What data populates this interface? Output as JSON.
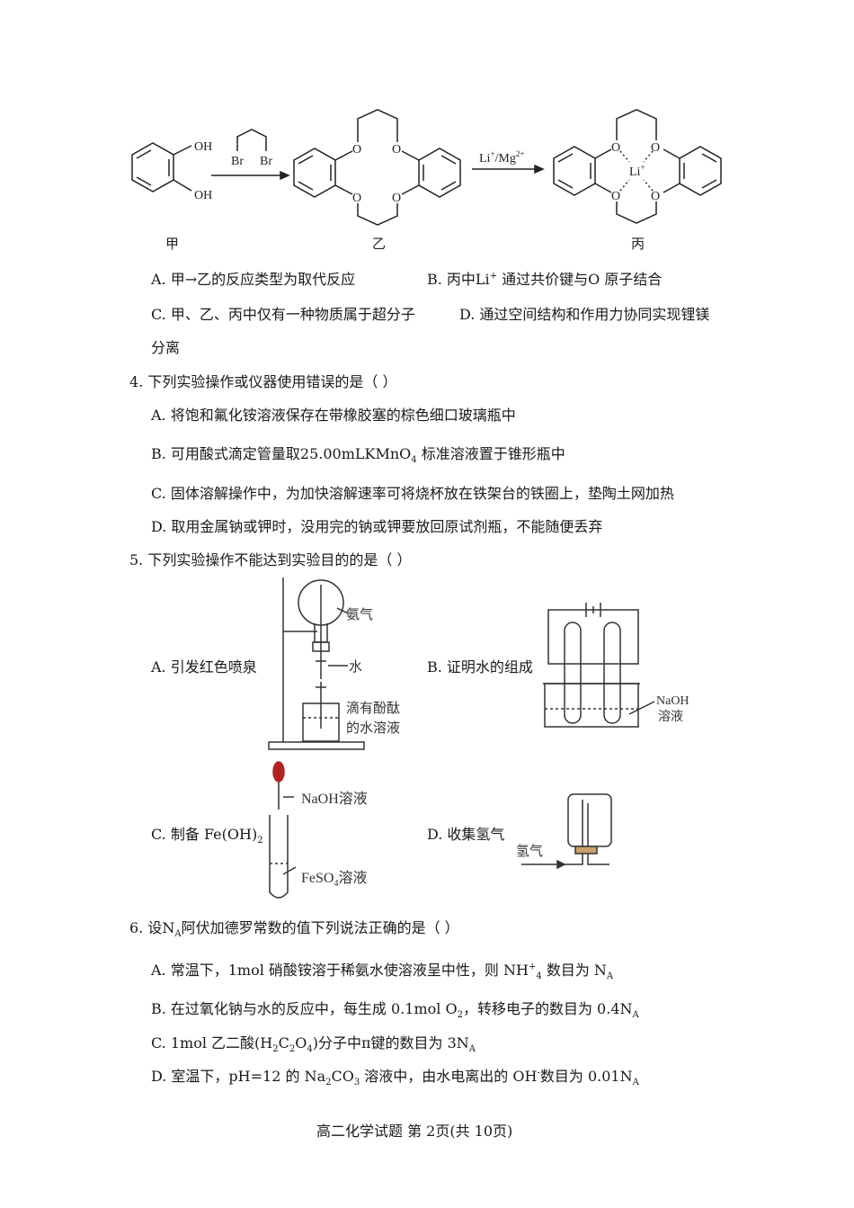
{
  "q3": {
    "labels": {
      "jia": "甲",
      "yi": "乙",
      "bing": "丙"
    },
    "structure_text": {
      "oh": "OH",
      "br": "Br",
      "o": "O",
      "li": "Li",
      "li_charge": "+",
      "arrow2_reagent": "Li",
      "arrow2_charge1": "+",
      "arrow2_sep": "/Mg",
      "arrow2_charge2": "2+"
    },
    "options": {
      "a": "A.  甲→乙的反应类型为取代反应",
      "b_pre": "B.  丙中Li",
      "b_sup": "+",
      "b_post": " 通过共价键与O 原子结合",
      "c": "C.  甲、乙、丙中仅有一种物质属于超分子",
      "d": "D.  通过空间结构和作用力协同实现锂镁",
      "d_cont": "分离"
    }
  },
  "q4": {
    "stem": "4.  下列实验操作或仪器使用错误的是（      ）",
    "a": "A.  将饱和氟化铵溶液保存在带橡胶塞的棕色细口玻璃瓶中",
    "b_pre": "B.  可用酸式滴定管量取25.00mLKMnO",
    "b_sub": "4",
    "b_post": " 标准溶液置于锥形瓶中",
    "c": "C.  固体溶解操作中，为加快溶解速率可将烧杯放在铁架台的铁圈上，垫陶土网加热",
    "d": "D.  取用金属钠或钾时，没用完的钠或钾要放回原试剂瓶，不能随便丢弃"
  },
  "q5": {
    "stem": "5.  下列实验操作不能达到实验目的的是（      ）",
    "a": "A.  引发红色喷泉",
    "b": "B.  证明水的组成",
    "c_pre": "C.  制备",
    "c_formula": "Fe(OH)",
    "c_sub": "2",
    "d": "D.  收集氢气",
    "fig_a": {
      "gas": "氨气",
      "water": "水",
      "sol1": "滴有酚酞",
      "sol2": "的水溶液"
    },
    "fig_b": {
      "naoh": "NaOH",
      "sol": "溶液"
    },
    "fig_c": {
      "naoh": "NaOH溶液",
      "feso4_pre": "FeSO",
      "feso4_sub": "4",
      "feso4_post": "溶液"
    },
    "fig_d": {
      "h2": "氢气"
    }
  },
  "q6": {
    "stem_pre": "6.  设N",
    "stem_sub": "A",
    "stem_post": "阿伏加德罗常数的值下列说法正确的是（      ）",
    "a_pre": "A.  常温下，1mol 硝酸铵溶于稀氨水使溶液呈中性，则 NH",
    "a_sup": "+",
    "a_sub": "4",
    "a_mid": " 数目为 N",
    "a_sub2": "A",
    "b_pre": "B.  在过氧化钠与水的反应中，每生成 0.1mol O",
    "b_sub": "2",
    "b_mid": "，转移电子的数目为 0.4N",
    "b_sub2": "A",
    "c_pre": "C.  1mol 乙二酸(H",
    "c_s1": "2",
    "c_m1": "C",
    "c_s2": "2",
    "c_m2": "O",
    "c_s3": "4",
    "c_m3": ")分子中π键的数目为 3N",
    "c_s4": "A",
    "d_pre": "D.  室温下，pH=12 的 Na",
    "d_s1": "2",
    "d_m1": "CO",
    "d_s2": "3",
    "d_m2": " 溶液中，由水电离出的 OH",
    "d_sup": "-",
    "d_m3": "数目为 0.01N",
    "d_s3": "A"
  },
  "footer": "高二化学试题        第 2页(共 10页)"
}
